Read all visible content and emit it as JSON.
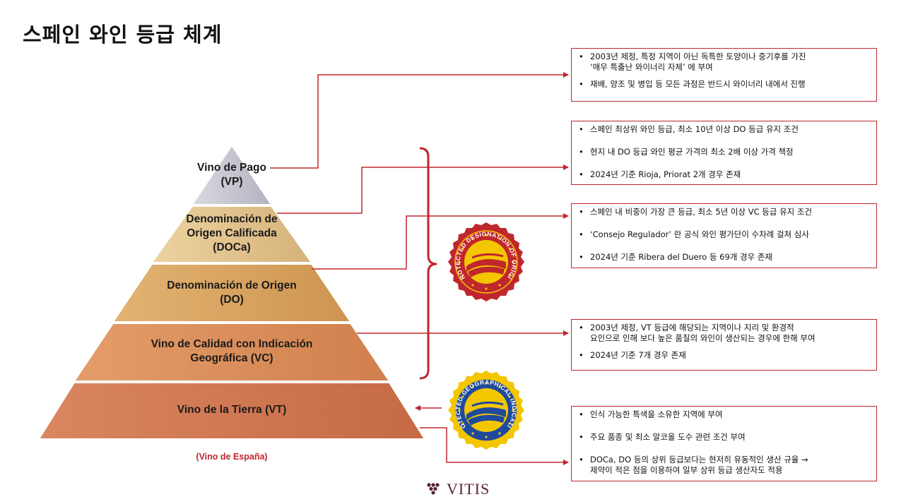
{
  "title": "스페인 와인 등급 체계",
  "tiers": [
    {
      "lines": [
        "Vino de Pago",
        "(VP)"
      ],
      "color": "#c9c7d2"
    },
    {
      "lines": [
        "Denominación de",
        "Origen Calificada",
        "(DOCa)"
      ],
      "color": "#e2c48c"
    },
    {
      "lines": [
        "Denominación de Origen",
        "(DO)"
      ],
      "color": "#d9a45e"
    },
    {
      "lines": [
        "Vino de Calidad con Indicación",
        "Geográfica (VC)"
      ],
      "color": "#dc8d5a"
    },
    {
      "lines": [
        "Vino de la Tierra (VT)"
      ],
      "color": "#d27450"
    }
  ],
  "pyramid_label": "(Vino de España)",
  "boxes": [
    {
      "items": [
        "2003년 제정, 특정 지역이 아닌 독특한 토양이나 중기후를 가진\n‘매우 특출난 와이너리 자체’ 에 부여",
        "재배, 양조 및 병입 등 모든 과정은 반드시 와이너리 내에서 진행"
      ]
    },
    {
      "items": [
        "스페인 최상위 와인 등급, 최소 10년 이상 DO 등급 유지 조건",
        "현지 내 DO 등급 와인 평균 가격의 최소 2배 이상 가격 책정",
        "2024년 기준 Rioja, Priorat 2개 경우 존재"
      ]
    },
    {
      "items": [
        "스페인 내 비중이 가장 큰 등급, 최소 5년 이상 VC 등급 유지 조건",
        "‘Consejo Regulador’ 란 공식 와인 평가단이 수차례 걸쳐 심사",
        " 2024년 기준 Ribera del Duero 등 69개 경우 존재"
      ]
    },
    {
      "items": [
        "2003년 제정, VT 등급에 해당되는 지역이나 지리 및 환경적\n요인으로 인해 보다 높은 품질의 와인이 생산되는 경우에 한해 부여",
        "2024년 기준 7개 경우 존재"
      ]
    },
    {
      "items": [
        "인식 가능한 특색을 소유한 지역에 부여",
        "주요 품종 및 최소 알코올 도수 관련 조건 부여",
        "DOCa, DO 등의 상위 등급보다는 현저히 유동적인 생산 규율 →\n제약이 적은 점을 이용하여 일부 상위 등급 생산자도 적용"
      ]
    }
  ],
  "seals": [
    {
      "text": "PROTECTED DESIGNATION OF ORIGIN",
      "outer": "#c0262d",
      "inner": "#f3c600"
    },
    {
      "text": "PROTECTED GEOGRAPHICAL INDICATION",
      "outer": "#1f4a9c",
      "inner": "#f3c600"
    }
  ],
  "logo_text": "VITIS",
  "colors": {
    "accent": "#c0262d",
    "logo": "#5a2230"
  }
}
